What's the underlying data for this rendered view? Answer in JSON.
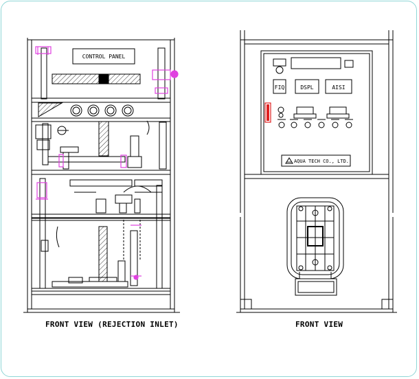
{
  "left_view": {
    "caption": "FRONT VIEW (REJECTION INLET)",
    "control_panel_label": "CONTROL PANEL"
  },
  "right_view": {
    "caption": "FRONT VIEW",
    "panel_labels": {
      "fiq": "FIQ",
      "dspl": "DSPL",
      "aisi": "AISI"
    },
    "nameplate": "AQUA TECH CO., LTD."
  },
  "colors": {
    "frame_border": "#8fd6d6",
    "line": "#000000",
    "accent_magenta": "#e040e0",
    "accent_red": "#e02020"
  }
}
